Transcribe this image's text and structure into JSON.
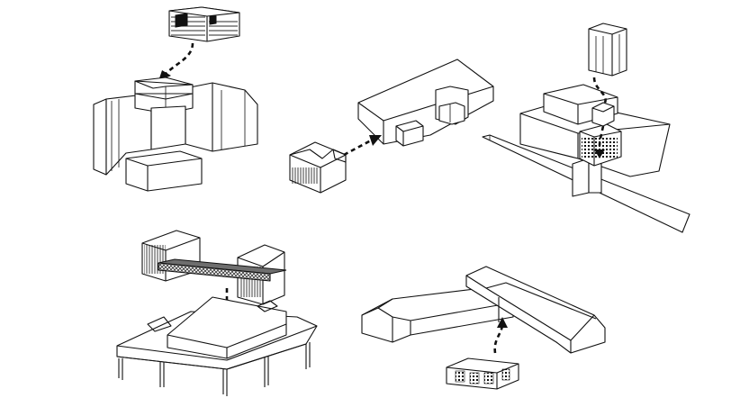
{
  "colors": {
    "background": "#ffffff",
    "line": "#111111",
    "fill": "#ffffff",
    "accent_dark": "#111111",
    "accent_gray": "#6e6e6e"
  },
  "figure": {
    "type": "axonometric massing diagrams",
    "panel_count": 5,
    "arrow_style": "bold dashed black arrow",
    "panels": [
      {
        "position": "top-left",
        "icon": "stacked-volume-insertion"
      },
      {
        "position": "top-center",
        "icon": "detached-annex-connection"
      },
      {
        "position": "top-right",
        "icon": "tower-drop-into-courtyard"
      },
      {
        "position": "bottom-left",
        "icon": "bridge-volume-over-courtyard"
      },
      {
        "position": "bottom-right",
        "icon": "pavilion-attached-to-gabled-wings"
      }
    ]
  }
}
